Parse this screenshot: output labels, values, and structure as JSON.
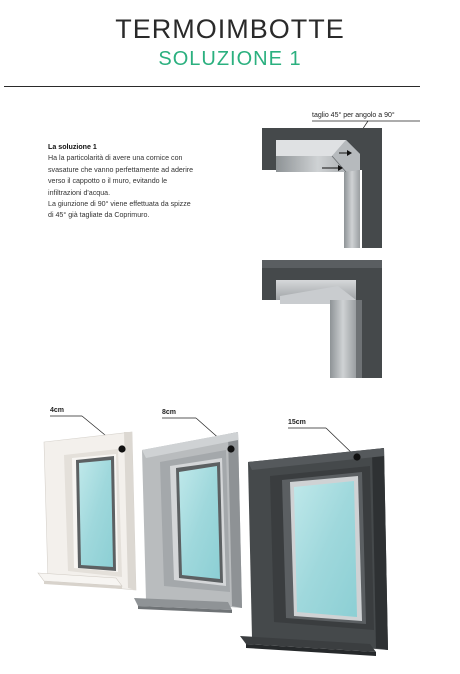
{
  "header": {
    "title": "TERMOIMBOTTE",
    "subtitle": "SOLUZIONE 1"
  },
  "description": {
    "heading": "La soluzione 1",
    "paragraph1": "Ha la particolarità di avere una cornice con svasature che vanno perfettamente ad aderire verso il cappotto o il muro, evitando le infiltrazioni d'acqua.",
    "paragraph2": "La giunzione di 90° viene effettuata da spizze di 45° già tagliate da Coprimuro."
  },
  "corner_detail": {
    "label": "taglio 45° per angolo a 90°"
  },
  "frames": [
    {
      "size_label": "4cm",
      "color": "#f3f0ec"
    },
    {
      "size_label": "8cm",
      "color": "#b9bcbe"
    },
    {
      "size_label": "15cm",
      "color": "#45494b"
    }
  ],
  "colors": {
    "accent_green": "#2bb07f",
    "glass": "#9fd8dc",
    "dark_grey": "#45494b"
  }
}
